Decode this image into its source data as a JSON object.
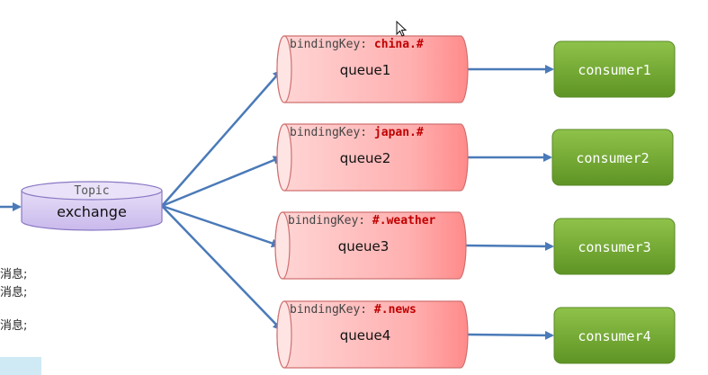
{
  "exchange": {
    "type_label": "Topic",
    "name": "exchange"
  },
  "binding_prefix": "bindingKey: ",
  "queues": [
    {
      "name": "queue1",
      "binding_key": "china.#"
    },
    {
      "name": "queue2",
      "binding_key": "japan.#"
    },
    {
      "name": "queue3",
      "binding_key": "#.weather"
    },
    {
      "name": "queue4",
      "binding_key": "#.news"
    }
  ],
  "consumers": [
    {
      "name": "consumer1"
    },
    {
      "name": "consumer2"
    },
    {
      "name": "consumer3"
    },
    {
      "name": "consumer4"
    }
  ],
  "side_notes": [
    "消息;",
    "消息;",
    "消息;"
  ],
  "colors": {
    "arrow": "#4a7ab8",
    "queue_fill": "#ffd0d0",
    "queue_fill_dark": "#ff8f8f",
    "queue_stroke": "#d07070",
    "key_text": "#c00000",
    "consumer_fill": "#7db13a",
    "consumer_fill_dark": "#5e9424",
    "exchange_fill": "#d8ccf0",
    "exchange_stroke": "#8a78c4"
  }
}
